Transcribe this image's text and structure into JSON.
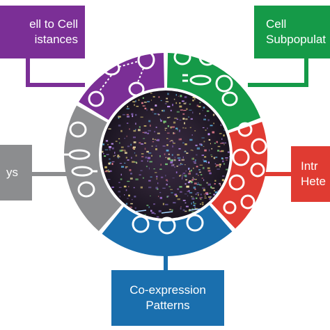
{
  "colors": {
    "purple": "#7b2f96",
    "green": "#159a48",
    "red": "#e03b32",
    "blue": "#1a6fae",
    "gray": "#8c8d8f",
    "connector_purple": "#7b2f96",
    "connector_green": "#159a48",
    "connector_red": "#e03b32",
    "connector_blue": "#1a6fae",
    "connector_gray": "#8c8d8f"
  },
  "boxes": {
    "purple": {
      "line1": "ell to Cell",
      "line2": "istances"
    },
    "green": {
      "line1": "Cell",
      "line2": "Subpopulat"
    },
    "gray": {
      "line1": "ys"
    },
    "red": {
      "line1": "Intr",
      "line2": "Hete"
    },
    "blue": {
      "line1": "Co-expression",
      "line2": "Patterns"
    }
  },
  "center_image": {
    "description_icon": "multiplex-tissue-image"
  },
  "ring_icons": {
    "purple": "cell-distance-icon",
    "green": "cell-subpopulation-icon",
    "red": "heterogeneity-icon",
    "blue": "coexpression-icon",
    "gray": "cell-morphology-icon"
  }
}
